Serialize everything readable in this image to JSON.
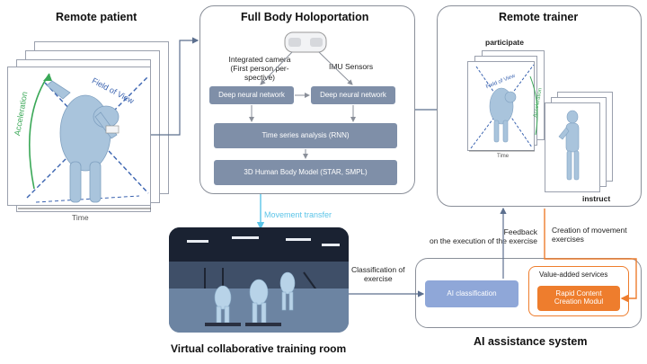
{
  "remote_patient": {
    "title": "Remote patient",
    "axis_time": "Time",
    "axis_acceleration": "Acceleration",
    "field_of_view": "Field of View"
  },
  "holoportation": {
    "title": "Full Body Holoportation",
    "camera_label": "Integrated camera\n(First person per-\nspective)",
    "imu_label": "IMU Sensors",
    "dnn_left": "Deep neural network",
    "dnn_right": "Deep neural network",
    "time_series": "Time series analysis (RNN)",
    "body_model": "3D Human Body Model (STAR, SMPL)"
  },
  "remote_trainer": {
    "title": "Remote trainer",
    "participate": "participate",
    "instruct": "instruct",
    "small_field_of_view": "Field of View",
    "small_acceleration": "Acceleration",
    "small_time": "Time"
  },
  "movement_transfer": "Movement transfer",
  "feedback": "Feedback\non the execution of the exercise",
  "creation": "Creation of movement\nexercises",
  "classification_of_exercise": "Classification of\nexercise",
  "ai_system": {
    "title": "AI assistance system",
    "ai_classification": "AI classification",
    "value_added": "Value-added services",
    "rapid": "Rapid Content\nCreation Modul"
  },
  "virtual_room": {
    "title": "Virtual collaborative training room"
  },
  "colors": {
    "block": "#7f8fa8",
    "ai_classification": "#8fa7d8",
    "rapid": "#ee7d2d",
    "movement_transfer": "#5bc4e8",
    "acceleration": "#3aa857",
    "fov_dashes": "#3a63b0",
    "figure": "#a9c4dc"
  }
}
